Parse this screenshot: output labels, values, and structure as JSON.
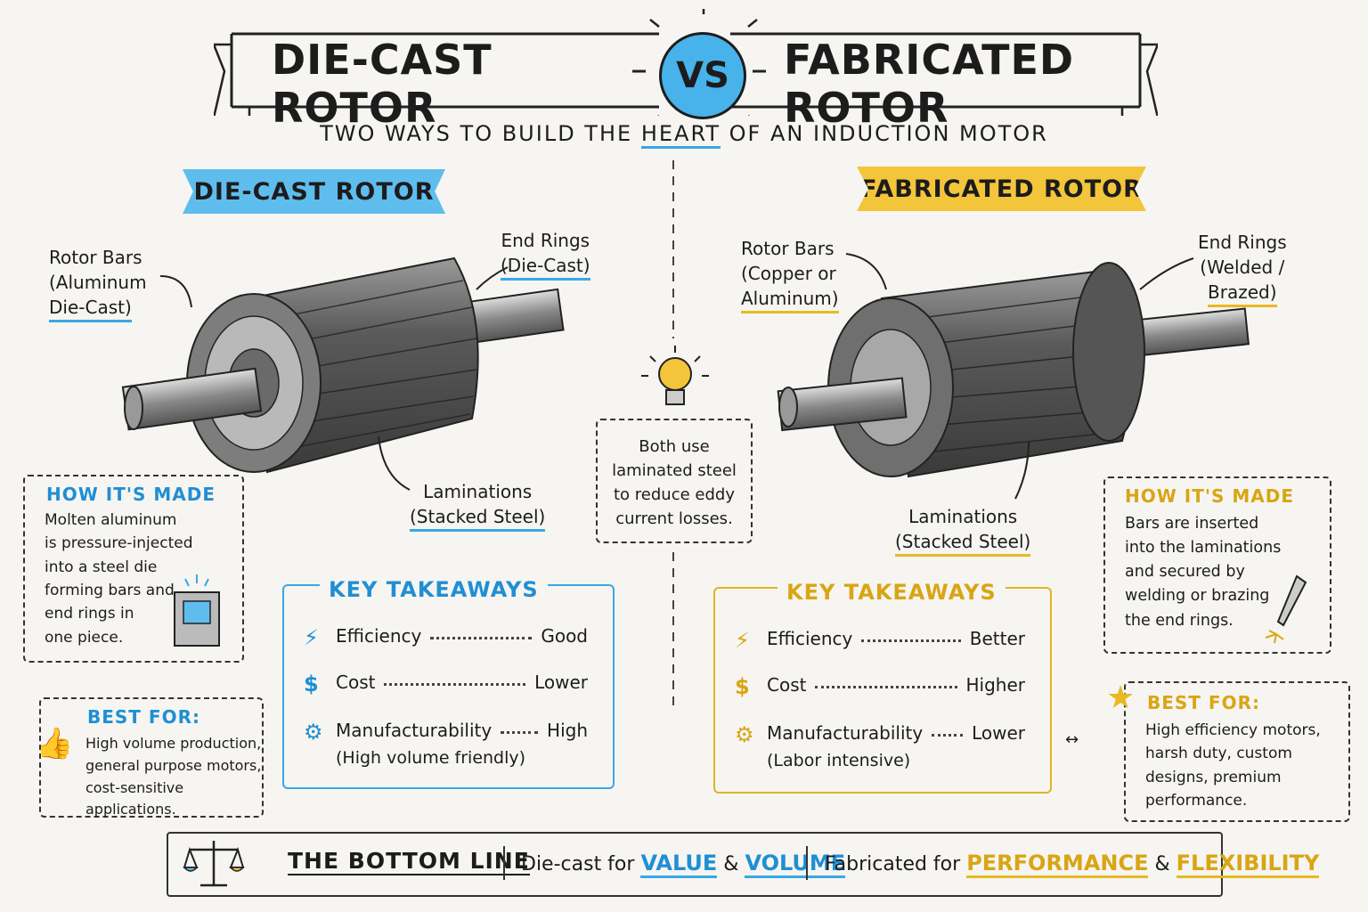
{
  "title": {
    "left": "DIE-CAST ROTOR",
    "vs": "VS",
    "right": "FABRICATED ROTOR"
  },
  "subtitle": {
    "before": "TWO WAYS TO BUILD THE ",
    "highlight": "HEART",
    "after": " OF AN INDUCTION MOTOR"
  },
  "die_cast": {
    "ribbon": "DIE-CAST ROTOR",
    "labels": {
      "rotor_bars_1": "Rotor Bars",
      "rotor_bars_2": "(Aluminum",
      "rotor_bars_3": "Die-Cast)",
      "end_rings_1": "End Rings",
      "end_rings_2": "(Die-Cast)",
      "laminations_1": "Laminations",
      "laminations_2": "(Stacked Steel)"
    },
    "how_title": "HOW IT'S MADE",
    "how_lines": [
      "Molten aluminum",
      "is pressure-injected",
      "into a steel die",
      "forming bars and",
      "end rings in",
      "one piece."
    ],
    "takeaways_title": "KEY TAKEAWAYS",
    "takeaways": [
      {
        "icon": "lightning-icon",
        "name": "Efficiency",
        "value": "Good"
      },
      {
        "icon": "dollar-icon",
        "name": "Cost",
        "value": "Lower"
      },
      {
        "icon": "gear-icon",
        "name": "Manufacturability",
        "value": "High",
        "note": "(High volume friendly)"
      }
    ],
    "best_title": "BEST FOR:",
    "best_lines": [
      "High volume production,",
      "general purpose motors,",
      "cost-sensitive applications."
    ]
  },
  "fabricated": {
    "ribbon": "FABRICATED ROTOR",
    "labels": {
      "rotor_bars_1": "Rotor Bars",
      "rotor_bars_2": "(Copper or",
      "rotor_bars_3": "Aluminum)",
      "end_rings_1": "End Rings",
      "end_rings_2": "(Welded /",
      "end_rings_3": "Brazed)",
      "laminations_1": "Laminations",
      "laminations_2": "(Stacked Steel)"
    },
    "how_title": "HOW IT'S MADE",
    "how_lines": [
      "Bars are inserted",
      "into the laminations",
      "and secured by",
      "welding or brazing",
      "the end rings."
    ],
    "takeaways_title": "KEY TAKEAWAYS",
    "takeaways": [
      {
        "icon": "lightning-icon",
        "name": "Efficiency",
        "value": "Better"
      },
      {
        "icon": "dollar-icon",
        "name": "Cost",
        "value": "Higher"
      },
      {
        "icon": "gear-icon",
        "name": "Manufacturability",
        "value": "Lower",
        "note": "(Labor intensive)"
      }
    ],
    "best_title": "BEST FOR:",
    "best_lines": [
      "High efficiency motors,",
      "harsh duty, custom",
      "designs, premium",
      "performance."
    ]
  },
  "center_note": [
    "Both use",
    "laminated steel",
    "to reduce eddy",
    "current losses."
  ],
  "bottom_line": {
    "title": "THE BOTTOM LINE",
    "left_prefix": "Die-cast for ",
    "left_a": "VALUE",
    "left_amp": " & ",
    "left_b": "VOLUME",
    "right_prefix": "Fabricated for ",
    "right_a": "PERFORMANCE",
    "right_amp": " & ",
    "right_b": "FLEXIBILITY"
  },
  "colors": {
    "blue_accent": "#3aa7e6",
    "gold_accent": "#e8b923",
    "background": "#f6f5f1"
  }
}
